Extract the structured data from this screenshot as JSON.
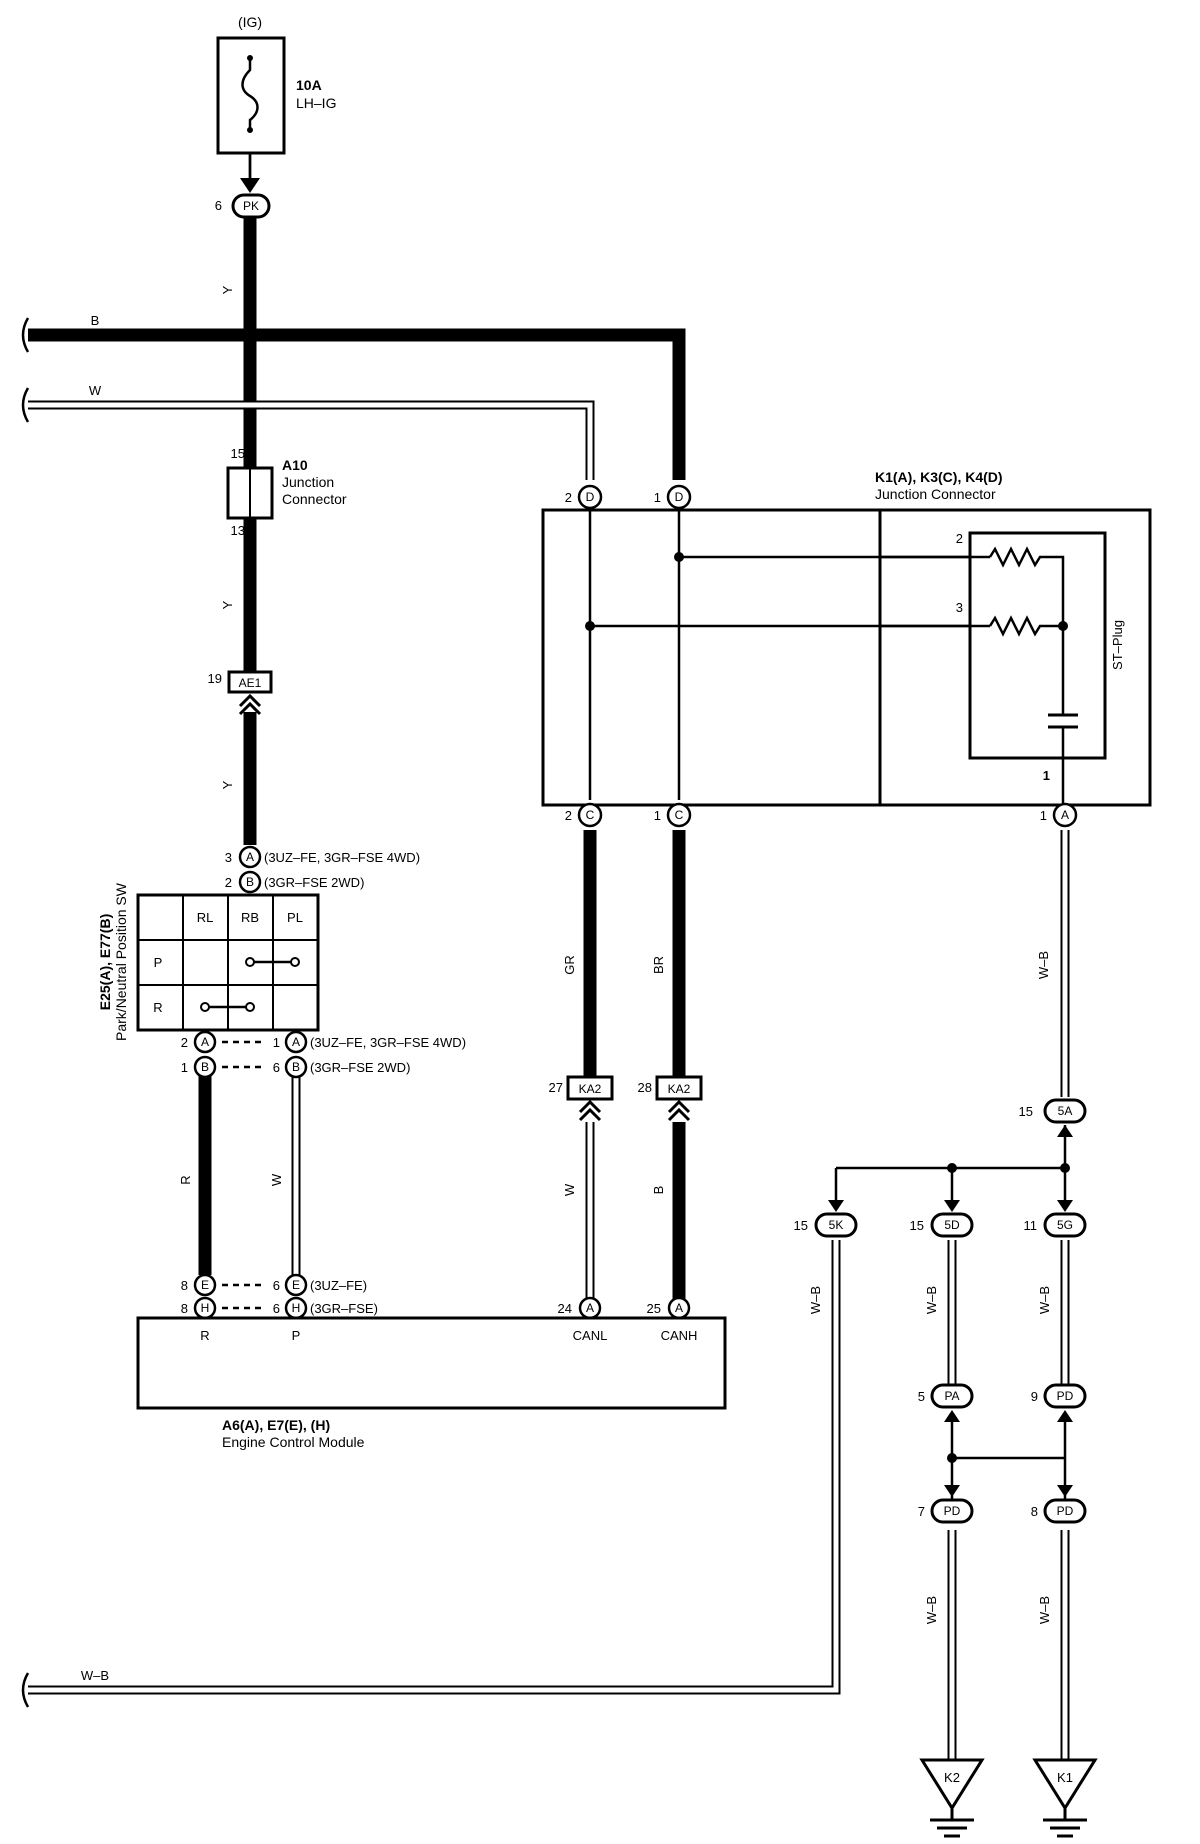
{
  "fuse": {
    "source": "(IG)",
    "rating": "10A",
    "name": "LH–IG"
  },
  "connectors": {
    "pk": {
      "pin": "6",
      "code": "PK"
    },
    "a10": {
      "id": "A10",
      "desc1": "Junction",
      "desc2": "Connector",
      "pin_top": "15",
      "pin_bottom": "13"
    },
    "ae1": {
      "pin": "19",
      "code": "AE1"
    },
    "ka2_l": {
      "pin": "27",
      "code": "KA2"
    },
    "ka2_r": {
      "pin": "28",
      "code": "KA2"
    },
    "sa": {
      "pin": "15",
      "code": "5A"
    },
    "sk": {
      "pin": "15",
      "code": "5K"
    },
    "sd": {
      "pin": "15",
      "code": "5D"
    },
    "sg": {
      "pin": "11",
      "code": "5G"
    },
    "pa": {
      "pin": "5",
      "code": "PA"
    },
    "pd9": {
      "pin": "9",
      "code": "PD"
    },
    "pd7": {
      "pin": "7",
      "code": "PD"
    },
    "pd8": {
      "pin": "8",
      "code": "PD"
    }
  },
  "junction": {
    "id": "K1(A), K3(C), K4(D)",
    "name": "Junction Connector",
    "st_plug": "ST–Plug",
    "pins_top": [
      {
        "pin": "2",
        "code": "D"
      },
      {
        "pin": "1",
        "code": "D"
      }
    ],
    "pins_bottom": [
      {
        "pin": "2",
        "code": "C"
      },
      {
        "pin": "1",
        "code": "C"
      },
      {
        "pin": "1",
        "code": "A"
      }
    ],
    "inner_pins": {
      "r1": "2",
      "r2": "3",
      "cap": "1"
    }
  },
  "switch": {
    "id": "E25(A), E77(B)",
    "name": "Park/Neutral Position SW",
    "cols": [
      "RL",
      "RB",
      "PL"
    ],
    "rows": [
      "P",
      "R"
    ],
    "top_pins": [
      {
        "pin": "3",
        "code": "A",
        "note": "(3UZ–FE,  3GR–FSE 4WD)"
      },
      {
        "pin": "2",
        "code": "B",
        "note": "(3GR–FSE 2WD)"
      }
    ],
    "bottom_pins": [
      {
        "pin_l": "2",
        "code_l": "A",
        "pin_r": "1",
        "code_r": "A",
        "note": "(3UZ–FE,  3GR–FSE 4WD)"
      },
      {
        "pin_l": "1",
        "code_l": "B",
        "pin_r": "6",
        "code_r": "B",
        "note": "(3GR–FSE 2WD)"
      }
    ]
  },
  "ecm": {
    "id": "A6(A), E7(E), (H)",
    "name": "Engine Control Module",
    "pin_rows": [
      {
        "pin_l": "8",
        "code_l": "E",
        "pin_r": "6",
        "code_r": "E",
        "note": "(3UZ–FE)"
      },
      {
        "pin_l": "8",
        "code_l": "H",
        "pin_r": "6",
        "code_r": "H",
        "note": "(3GR–FSE)"
      }
    ],
    "canl": {
      "pin": "24",
      "code": "A",
      "label": "CANL"
    },
    "canh": {
      "pin": "25",
      "code": "A",
      "label": "CANH"
    },
    "terminals": [
      "R",
      "P"
    ]
  },
  "wires": {
    "y1": "Y",
    "y2": "Y",
    "y3": "Y",
    "b": "B",
    "w_top": "W",
    "gr": "GR",
    "br": "BR",
    "w_can": "W",
    "b_can": "B",
    "r_sw": "R",
    "w_sw": "W",
    "wb_a": "W–B",
    "wb_5k": "W–B",
    "wb_5d": "W–B",
    "wb_5g": "W–B",
    "wb_pd7": "W–B",
    "wb_pd8": "W–B",
    "wb_bottom": "W–B"
  },
  "grounds": [
    "K2",
    "K1"
  ]
}
